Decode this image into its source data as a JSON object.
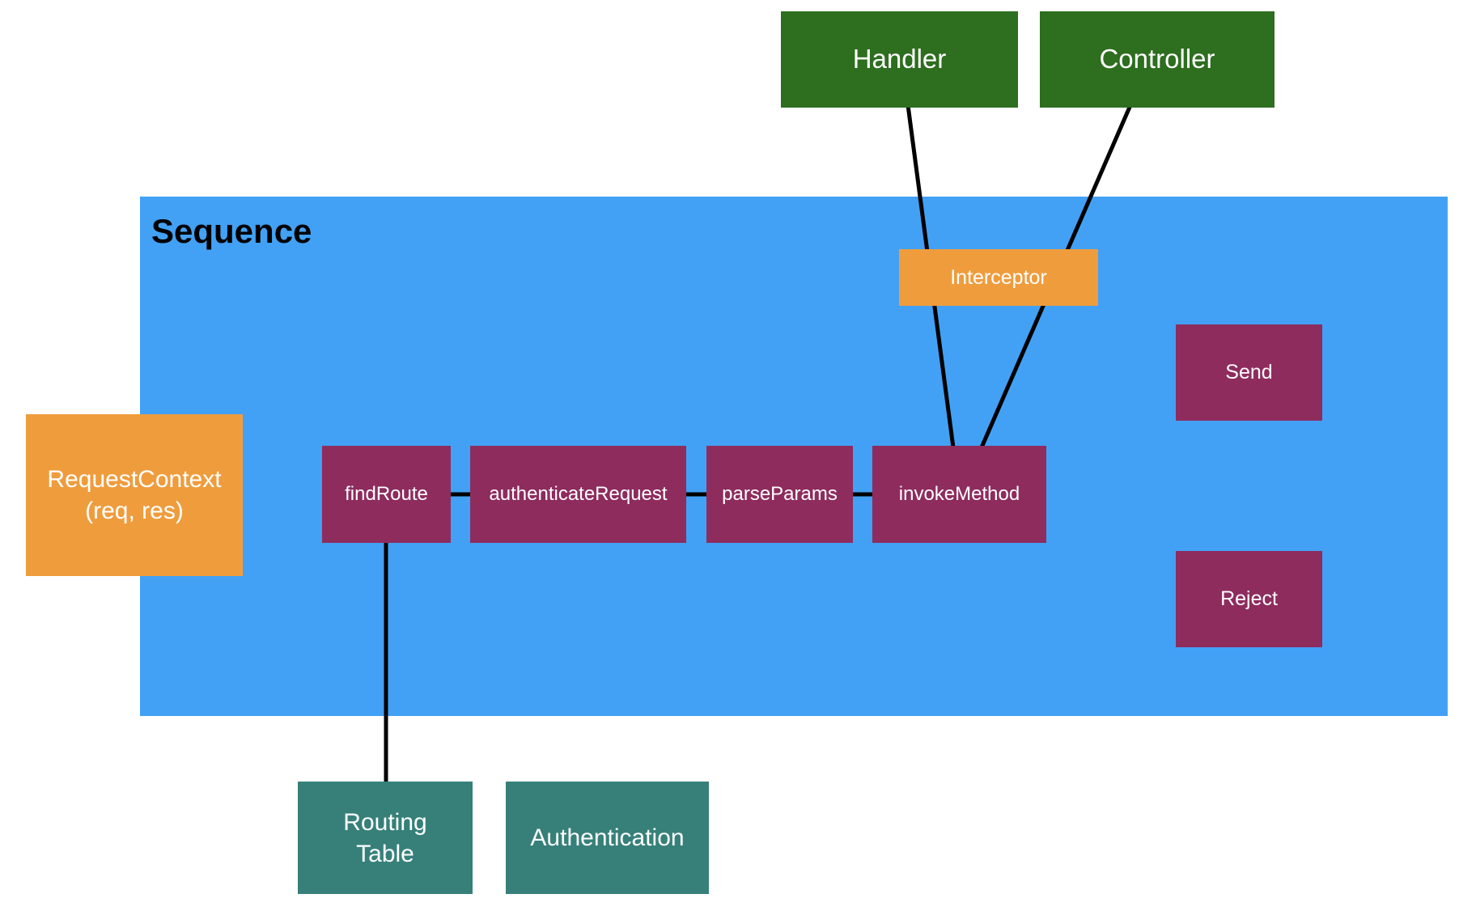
{
  "colors": {
    "green": "#2D6E1F",
    "blue": "#42A1F5",
    "orange": "#EF9C3D",
    "purple": "#8E2C5E",
    "teal": "#37807A",
    "line": "#000000",
    "text-light": "#FFFFFF",
    "text-dark": "#000000"
  },
  "diagram": {
    "title": "Sequence",
    "nodes": {
      "handler": "Handler",
      "controller": "Controller",
      "interceptor": "Interceptor",
      "request_context": "RequestContext\n(req, res)",
      "find_route": "findRoute",
      "authenticate_request": "authenticateRequest",
      "parse_params": "parseParams",
      "invoke_method": "invokeMethod",
      "send": "Send",
      "reject": "Reject",
      "routing_table": "Routing\nTable",
      "authentication": "Authentication"
    }
  }
}
